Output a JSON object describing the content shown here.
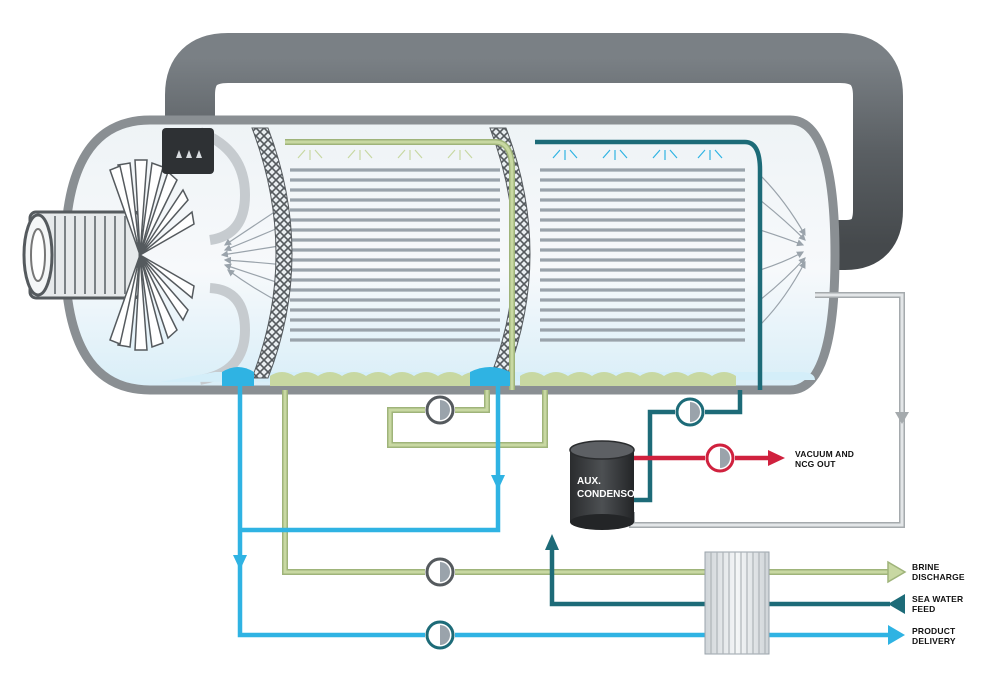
{
  "labels": {
    "vacuum_line1": "VACUUM AND",
    "vacuum_line2": "NCG OUT",
    "aux_line1": "AUX.",
    "aux_line2": "CONDENSOR",
    "brine_line1": "BRINE",
    "brine_line2": "DISCHARGE",
    "seawater_line1": "SEA WATER",
    "seawater_line2": "FEED",
    "product_line1": "PRODUCT",
    "product_line2": "DELIVERY"
  },
  "colors": {
    "vapor_duct": "#5f6468",
    "vessel_outline": "#8a8f93",
    "brine_green": "#c8d8a2",
    "brine_green_stroke": "#9fb47a",
    "product_blue": "#2fb3e3",
    "seawater_teal": "#1d6b78",
    "vacuum_red": "#d0213e",
    "condensate_gray": "#c4c7c9",
    "tube_gray": "#9aa3ab"
  }
}
